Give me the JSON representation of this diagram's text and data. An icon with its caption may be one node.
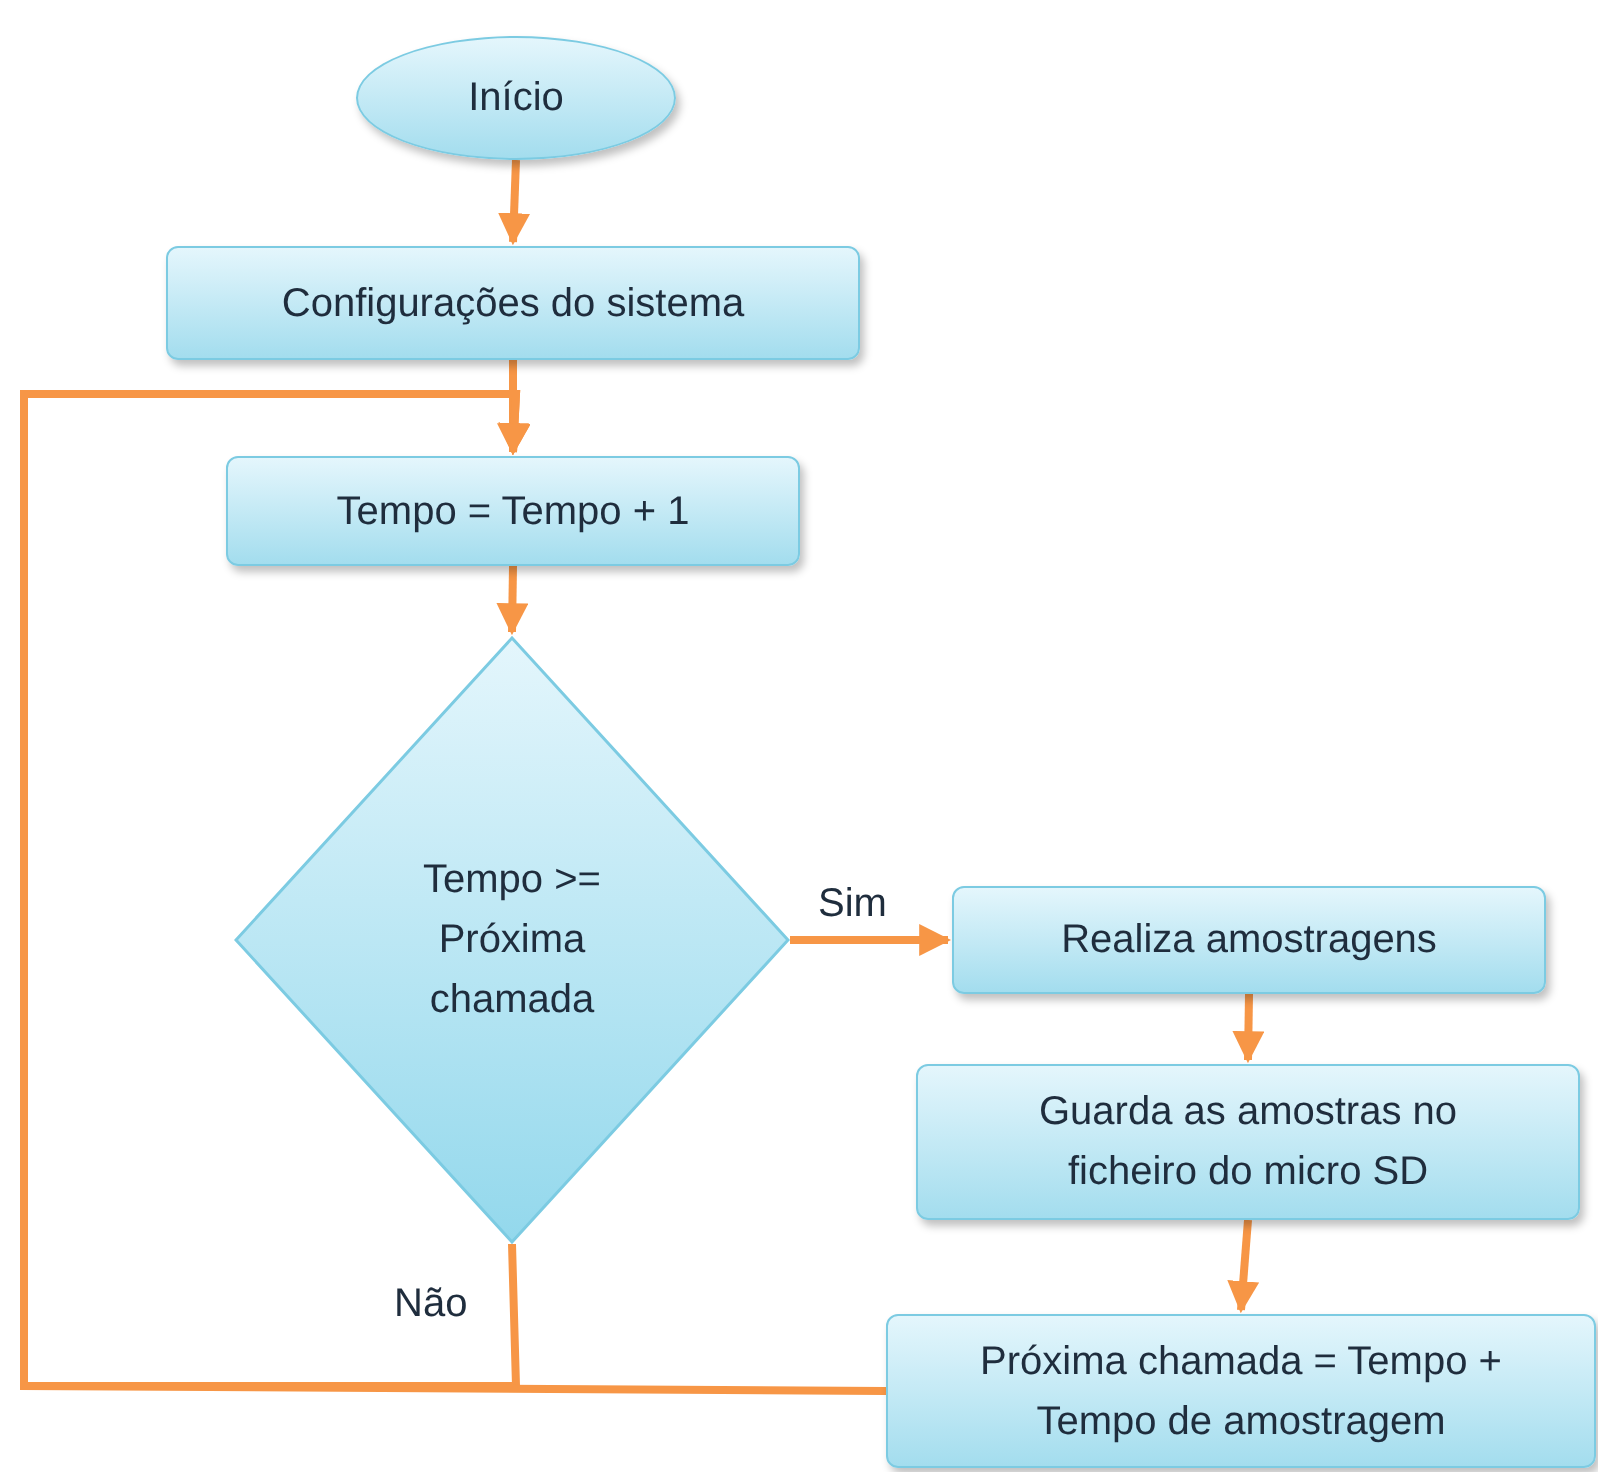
{
  "diagram": {
    "nodes": [
      {
        "text": [
          "Início"
        ]
      },
      {
        "text": [
          "Configurações do sistema"
        ]
      },
      {
        "text": [
          "Tempo = Tempo + 1"
        ]
      },
      {
        "text": [
          "Tempo >= Próxima chamada"
        ]
      },
      {
        "text": [
          "Realiza amostragens"
        ]
      },
      {
        "text": [
          "Guarda as amostras no ficheiro do micro SD"
        ]
      },
      {
        "text": [
          "Próxima chamada = Tempo + Tempo de amostragem"
        ]
      }
    ],
    "edges": [
      {
        "from": 0,
        "to": 1,
        "arrow": "to"
      },
      {
        "from": 1,
        "to": 2,
        "arrow": "to"
      },
      {
        "from": 2,
        "to": 3,
        "arrow": "to"
      },
      {
        "from": 3,
        "to": 4,
        "arrow": "to",
        "label": "Sim"
      },
      {
        "from": 4,
        "to": 5,
        "arrow": "to"
      },
      {
        "from": 5,
        "to": 6,
        "arrow": "to"
      },
      {
        "from": 3,
        "to": 2,
        "arrow": "to",
        "label": "Não"
      },
      {
        "from": 6,
        "to": 2,
        "arrow": "to"
      }
    ]
  }
}
